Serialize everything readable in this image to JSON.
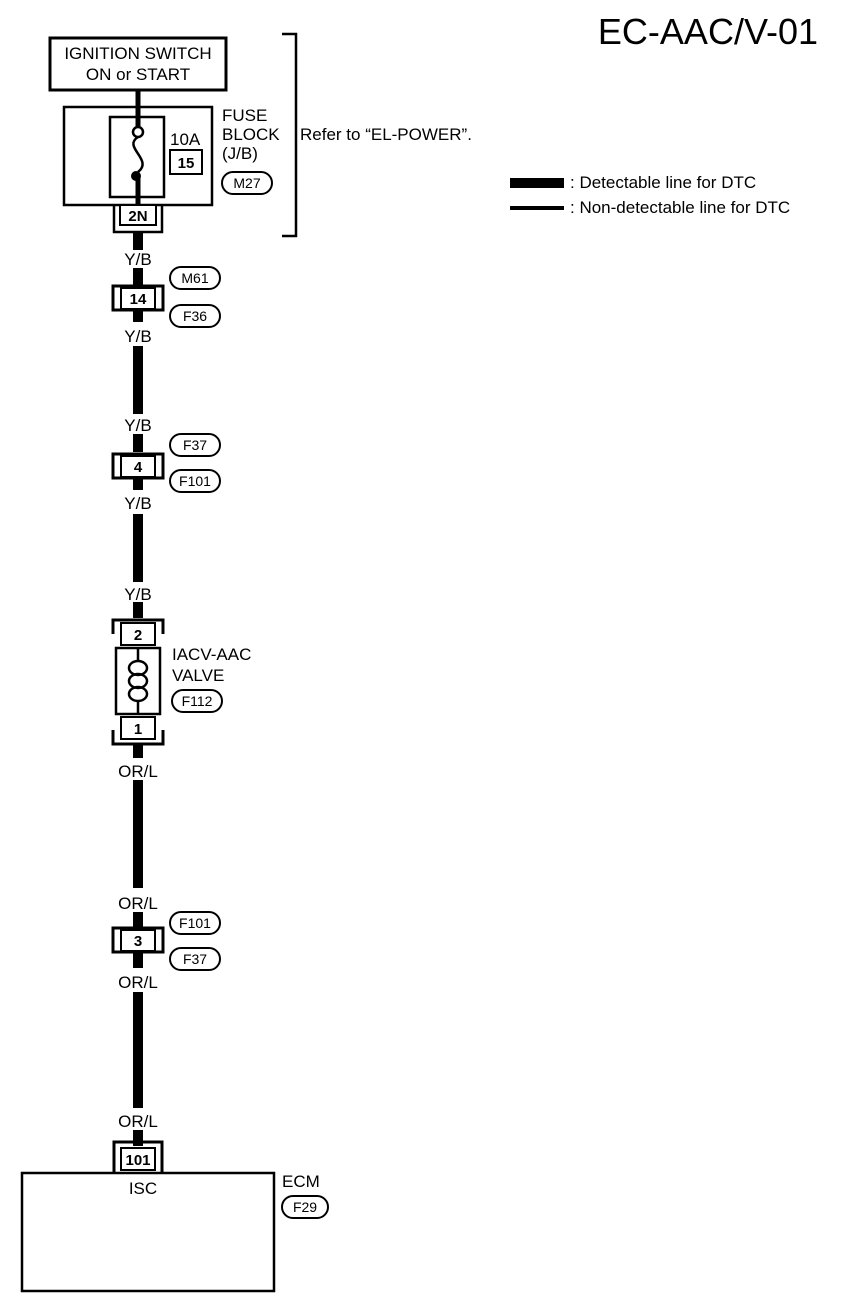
{
  "diagram_id": "EC-AAC/V-01",
  "ignition_switch": {
    "line1": "IGNITION SWITCH",
    "line2": "ON or START"
  },
  "fuse_block": {
    "line1": "FUSE",
    "line2": "BLOCK",
    "line3": "(J/B)",
    "rating": "10A",
    "fuse_number": "15",
    "connector": "M27",
    "terminal": "2N"
  },
  "power_reference": "Refer to “EL-POWER”.",
  "legend": [
    {
      "text": ": Detectable line for DTC",
      "style": "thick"
    },
    {
      "text": ": Non-detectable line for DTC",
      "style": "thin"
    }
  ],
  "wire_colors": {
    "yb": "Y/B",
    "orl": "OR/L"
  },
  "connector_1": {
    "pin": "14",
    "upper": "M61",
    "lower": "F36"
  },
  "connector_2": {
    "pin": "4",
    "upper": "F37",
    "lower": "F101"
  },
  "valve": {
    "line1": "IACV-AAC",
    "line2": "VALVE",
    "connector": "F112",
    "pin_top": "2",
    "pin_bottom": "1"
  },
  "connector_3": {
    "pin": "3",
    "upper": "F101",
    "lower": "F37"
  },
  "ecm": {
    "label": "ECM",
    "connector": "F29",
    "terminal": "101",
    "terminal_name": "ISC"
  }
}
